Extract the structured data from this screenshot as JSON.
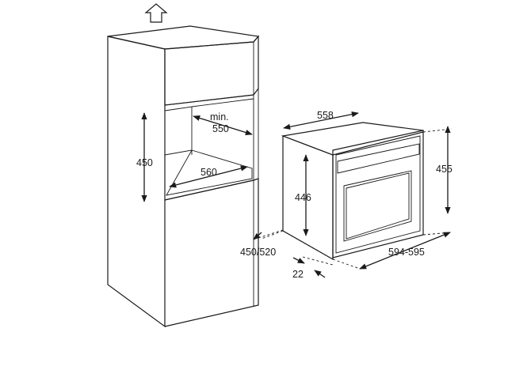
{
  "diagram": {
    "cabinet": {
      "opening_height": "450",
      "min_label": "min.",
      "min_depth": "550",
      "opening_width": "560",
      "cabinet_depth": "450/520"
    },
    "oven": {
      "depth": "558",
      "front_height": "455",
      "body_height": "446",
      "width": "594-595",
      "front_offset": "22"
    },
    "icons": [
      "up-arrow-icon"
    ]
  }
}
